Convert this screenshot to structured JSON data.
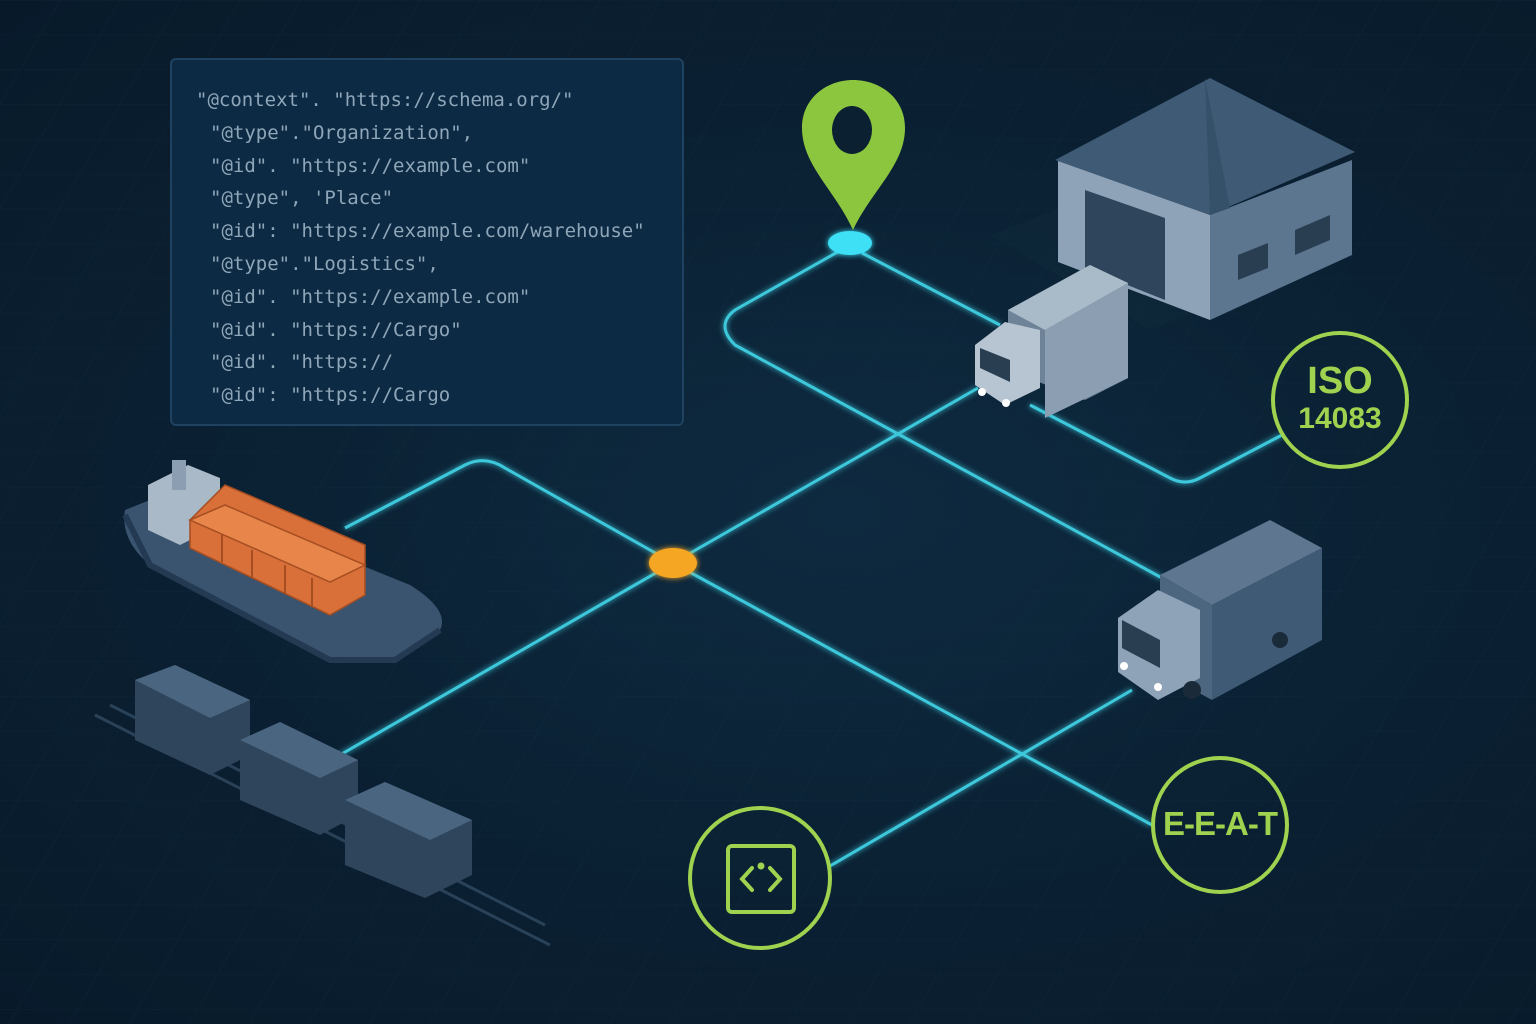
{
  "code_panel": {
    "lines": [
      "\"@context\". \"https://schema.org/\"",
      "\"@type\".\"Organization\",",
      "\"@id\". \"https://example.com\"",
      "\"@type\", 'Place\"",
      "\"@id\": \"https://example.com/warehouse\"",
      "\"@type\".\"Logistics\",",
      "\"@id\". \"https://example.com\"",
      "\"@id\". \"https://Cargo\"",
      "\"@id\". \"https://",
      "\"@id\": \"https://Cargo"
    ]
  },
  "badges": {
    "iso": {
      "line1": "ISO",
      "line2": "14083"
    },
    "eeat": {
      "label": "E-E-A-T"
    },
    "code": {
      "icon": "code-brackets-icon"
    }
  },
  "colors": {
    "background": "#0a1f31",
    "line": "#3cc8dc",
    "accent_green": "#9fd24e",
    "hub": "#f5a623",
    "pin": "#8cc63f",
    "container": "#d9703a"
  }
}
